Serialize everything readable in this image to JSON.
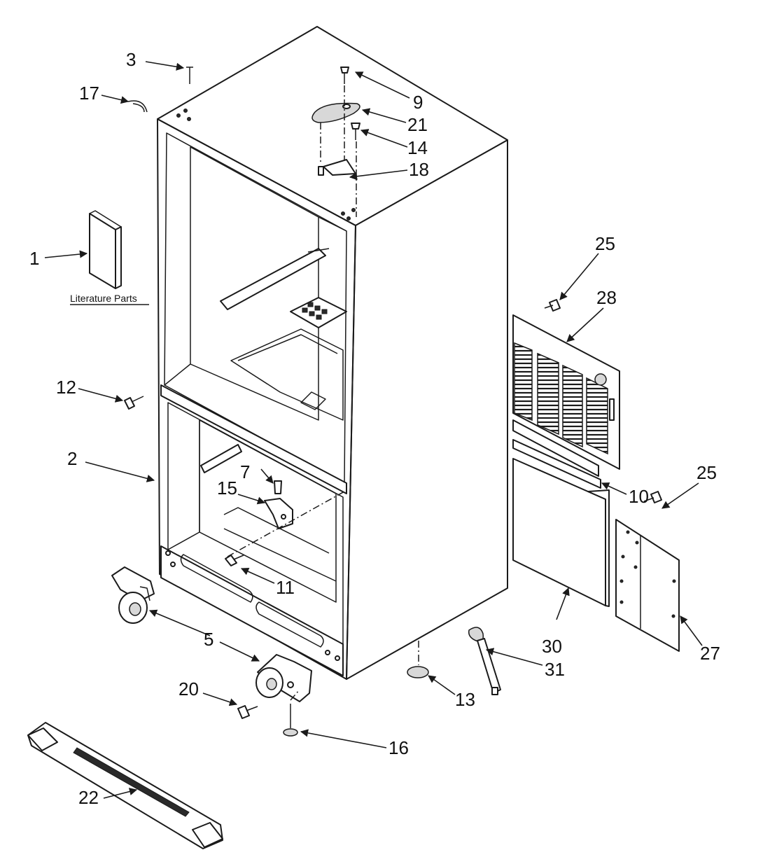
{
  "literature_caption": "Literature Parts",
  "callouts": [
    "1",
    "2",
    "3",
    "5",
    "7",
    "9",
    "10",
    "11",
    "12",
    "13",
    "14",
    "15",
    "16",
    "17",
    "18",
    "20",
    "21",
    "22",
    "25",
    "25",
    "27",
    "28",
    "30",
    "31"
  ]
}
